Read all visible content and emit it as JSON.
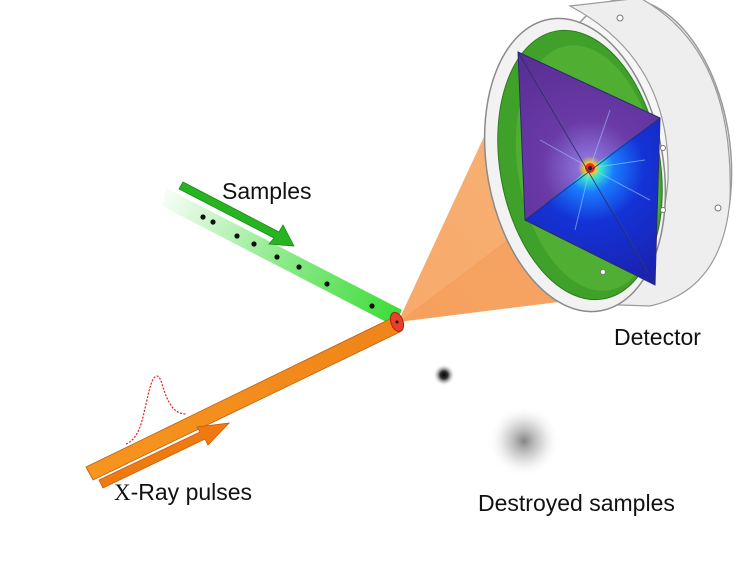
{
  "labels": {
    "samples": "Samples",
    "detector": "Detector",
    "xray_prefix": "X",
    "xray_rest": "-Ray pulses",
    "destroyed": "Destroyed samples"
  },
  "colors": {
    "sample_stream": "#3fdc3a",
    "sample_arrow": "#22b41e",
    "xray_beam": "#f08a1c",
    "xray_arrow": "#f07a10",
    "cone": "#f7a35c",
    "interaction_spot": "#e8402a",
    "pulse_curve": "#e02020",
    "detector_housing": "#f4f4f4",
    "detector_panel_ring": "#3fa12a",
    "detector_quadrant_purple": "#6a3aa6",
    "detector_quadrant_blue": "#1c3fd8",
    "diffraction_center": "#ff2a10"
  }
}
